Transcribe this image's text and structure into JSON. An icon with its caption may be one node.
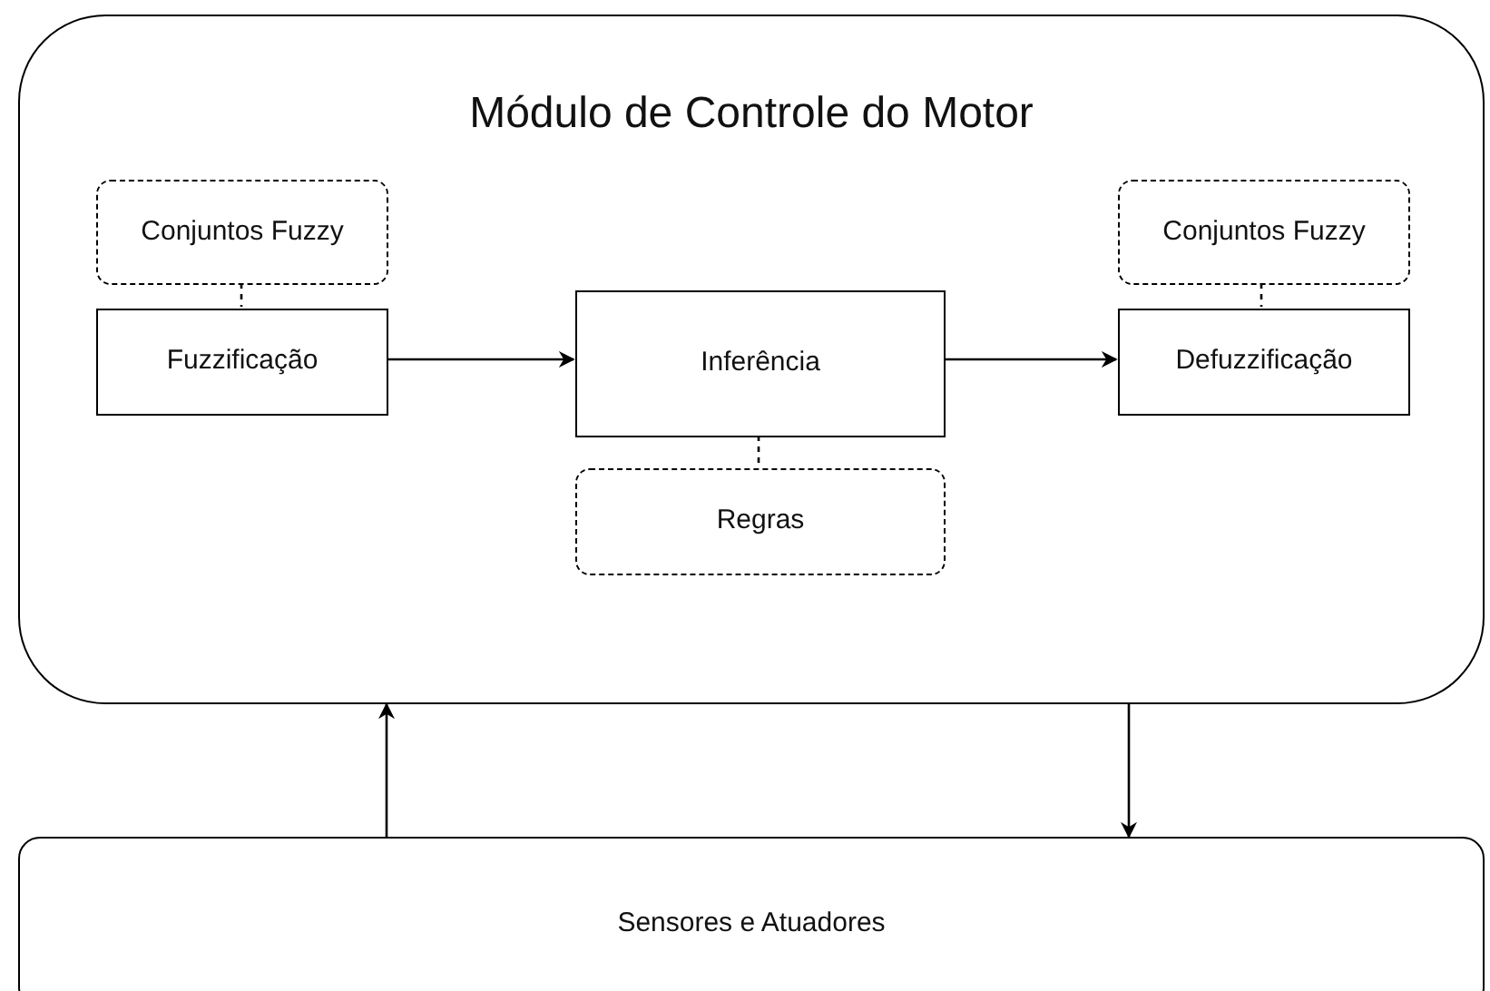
{
  "diagram": {
    "nodes": [
      {
        "text": [
          "Módulo de Controle do Motor"
        ]
      },
      {
        "text": [
          "Conjuntos Fuzzy"
        ],
        "in": 0
      },
      {
        "text": [
          "Fuzzificação"
        ],
        "in": 0
      },
      {
        "text": [
          "Inferência"
        ],
        "in": 0
      },
      {
        "text": [
          "Regras"
        ],
        "in": 0
      },
      {
        "text": [
          "Conjuntos Fuzzy"
        ],
        "in": 0
      },
      {
        "text": [
          "Defuzzificação"
        ],
        "in": 0
      },
      {
        "text": [
          "Sensores e Atuadores"
        ]
      }
    ],
    "edges": [
      {
        "from": 1,
        "to": 2,
        "arrow": "none",
        "style": "dashed"
      },
      {
        "from": 2,
        "to": 3,
        "arrow": "to"
      },
      {
        "from": 3,
        "to": 6,
        "arrow": "to"
      },
      {
        "from": 3,
        "to": 4,
        "arrow": "none",
        "style": "dashed"
      },
      {
        "from": 5,
        "to": 6,
        "arrow": "none",
        "style": "dashed"
      },
      {
        "from": 7,
        "to": 0,
        "arrow": "to"
      },
      {
        "from": 0,
        "to": 7,
        "arrow": "to"
      }
    ]
  }
}
